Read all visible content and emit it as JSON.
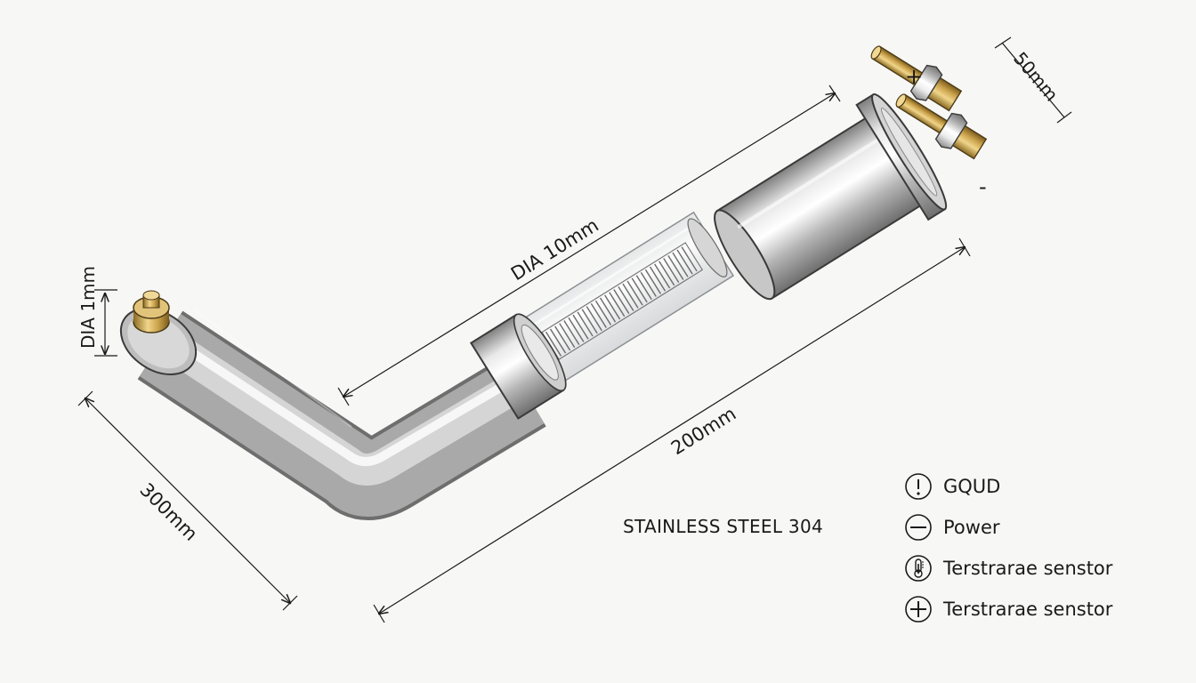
{
  "dimensions": {
    "tube_diameter": "DIA 10mm",
    "tip_diameter": "DIA 1mm",
    "terminal_length": "50mm",
    "straight_length": "200mm",
    "total_length": "300mm"
  },
  "terminals": {
    "positive": "+",
    "negative": "-"
  },
  "material": "STAINLESS STEEL 304",
  "legend": [
    {
      "icon": "exclamation-circle-icon",
      "label": "GQUD"
    },
    {
      "icon": "minus-circle-icon",
      "label": "Power"
    },
    {
      "icon": "thermometer-circle-icon",
      "label": "Terstrarae senstor"
    },
    {
      "icon": "plus-circle-icon",
      "label": "Terstrarae senstor"
    }
  ],
  "colors": {
    "steel": "#b9b9b9",
    "brass": "#c9a14a",
    "line": "#1a1a1a"
  }
}
